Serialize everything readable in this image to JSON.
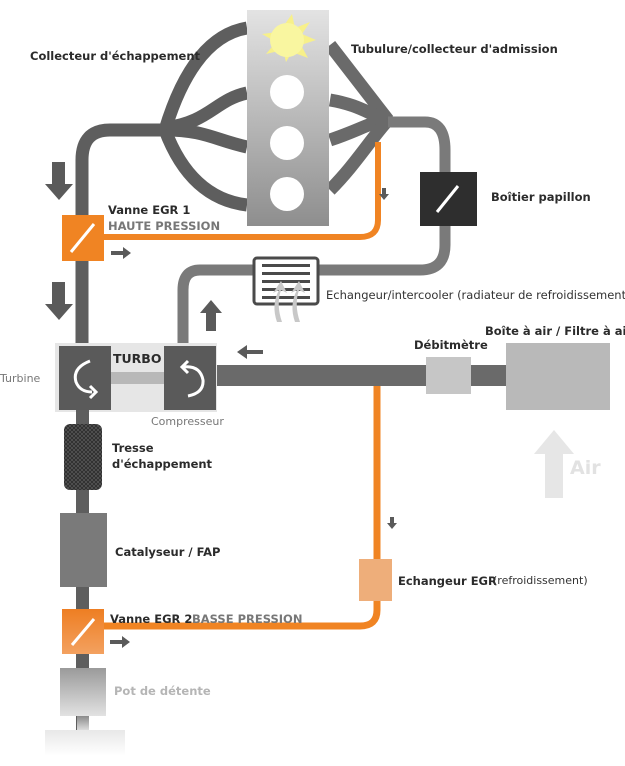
{
  "labels": {
    "exhaust_manifold": "Collecteur d'échappement",
    "intake_manifold": "Tubulure/collecteur d'admission",
    "throttle_body": "Boîtier papillon",
    "egr1_title": "Vanne EGR 1",
    "egr1_sub": "HAUTE PRESSION",
    "intercooler": "Echangeur/intercooler (radiateur de refroidissement",
    "airbox": "Boîte à air / Filtre à air",
    "flowmeter": "Débitmètre",
    "turbo": "TURBO",
    "turbine": "Turbine",
    "compressor": "Compresseur",
    "braid_line1": "Tresse",
    "braid_line2": "d'échappement",
    "catalyst": "Catalyseur / FAP",
    "egr_cooler_bold": "Echangeur EGR",
    "egr_cooler_note": "(refroidissement)",
    "egr2_title": "Vanne EGR 2",
    "egr2_sub": "BASSE PRESSION",
    "silencer": "Pot de détente",
    "air": "Air"
  },
  "colors": {
    "pipe_dark": "#5e5e5e",
    "pipe_mid": "#7a7a7a",
    "egr_orange": "#f08423",
    "egr_cooler": "#eeae7a",
    "throttle": "#2e2e2e",
    "airbox": "#b9b9b9",
    "flowmeter": "#c6c6c6",
    "spark": "#f7f08a"
  }
}
